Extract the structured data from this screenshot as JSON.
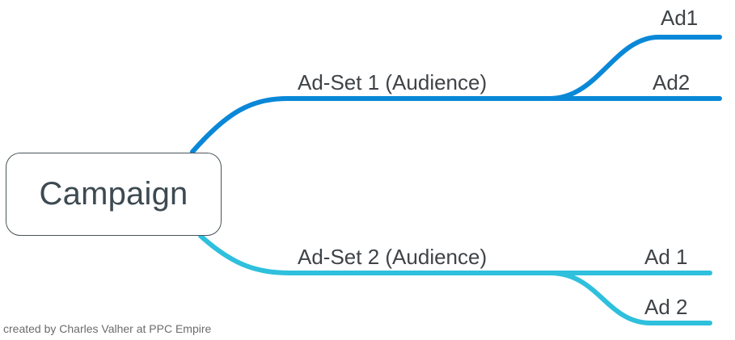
{
  "diagram": {
    "root": {
      "label": "Campaign"
    },
    "branches": [
      {
        "label": "Ad-Set 1 (Audience)",
        "color": "#0a88d8",
        "children": [
          {
            "label": "Ad1"
          },
          {
            "label": "Ad2"
          }
        ]
      },
      {
        "label": "Ad-Set 2 (Audience)",
        "color": "#2ec0dc",
        "children": [
          {
            "label": "Ad 1"
          },
          {
            "label": "Ad 2"
          }
        ]
      }
    ],
    "border_color": "#4a5458"
  },
  "credit": "created by Charles Valher at PPC Empire"
}
